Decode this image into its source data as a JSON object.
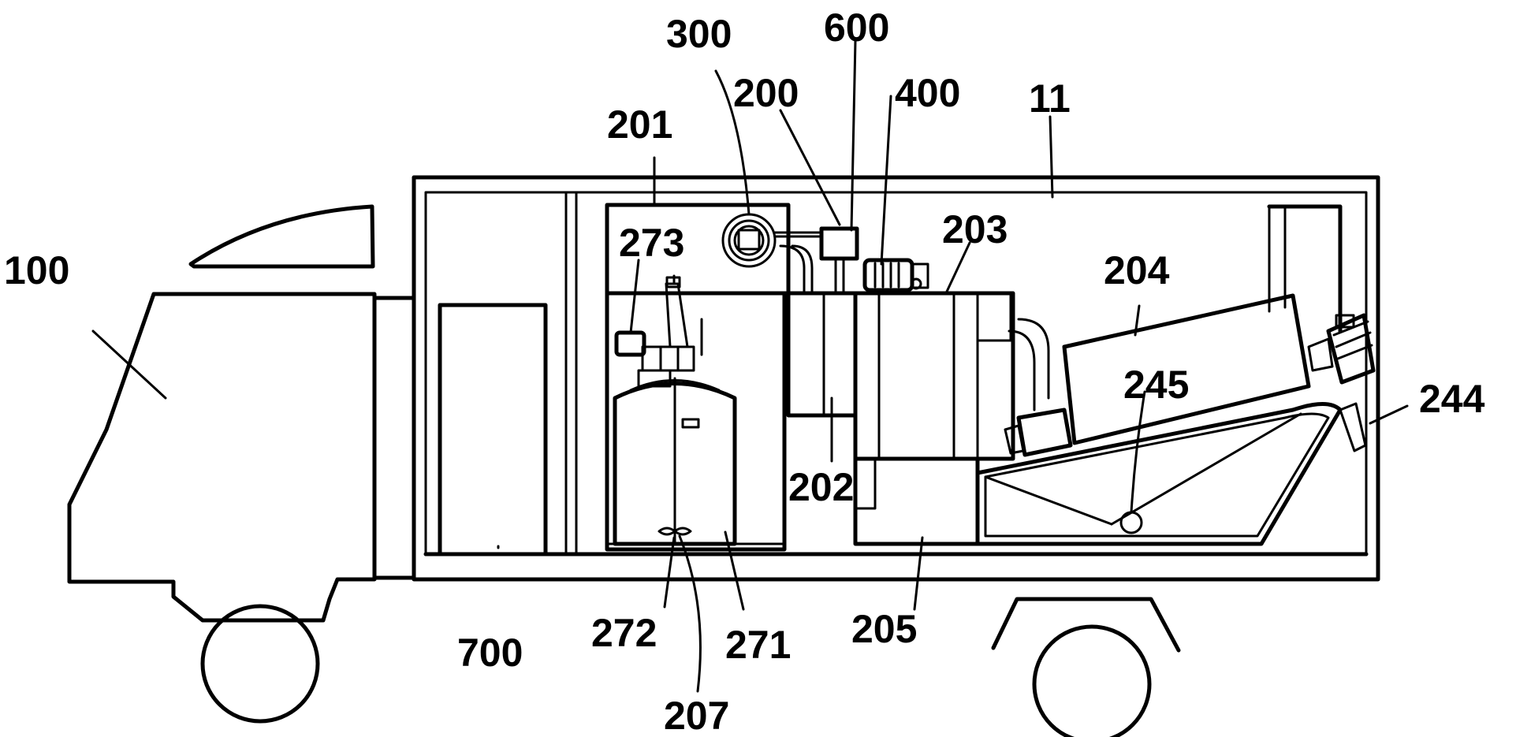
{
  "labels": {
    "l100": "100",
    "l11": "11",
    "l200": "200",
    "l201": "201",
    "l202": "202",
    "l203": "203",
    "l204": "204",
    "l205": "205",
    "l207": "207",
    "l244": "244",
    "l245": "245",
    "l271": "271",
    "l272": "272",
    "l273": "273",
    "l300": "300",
    "l400": "400",
    "l600": "600",
    "l700": "700"
  }
}
